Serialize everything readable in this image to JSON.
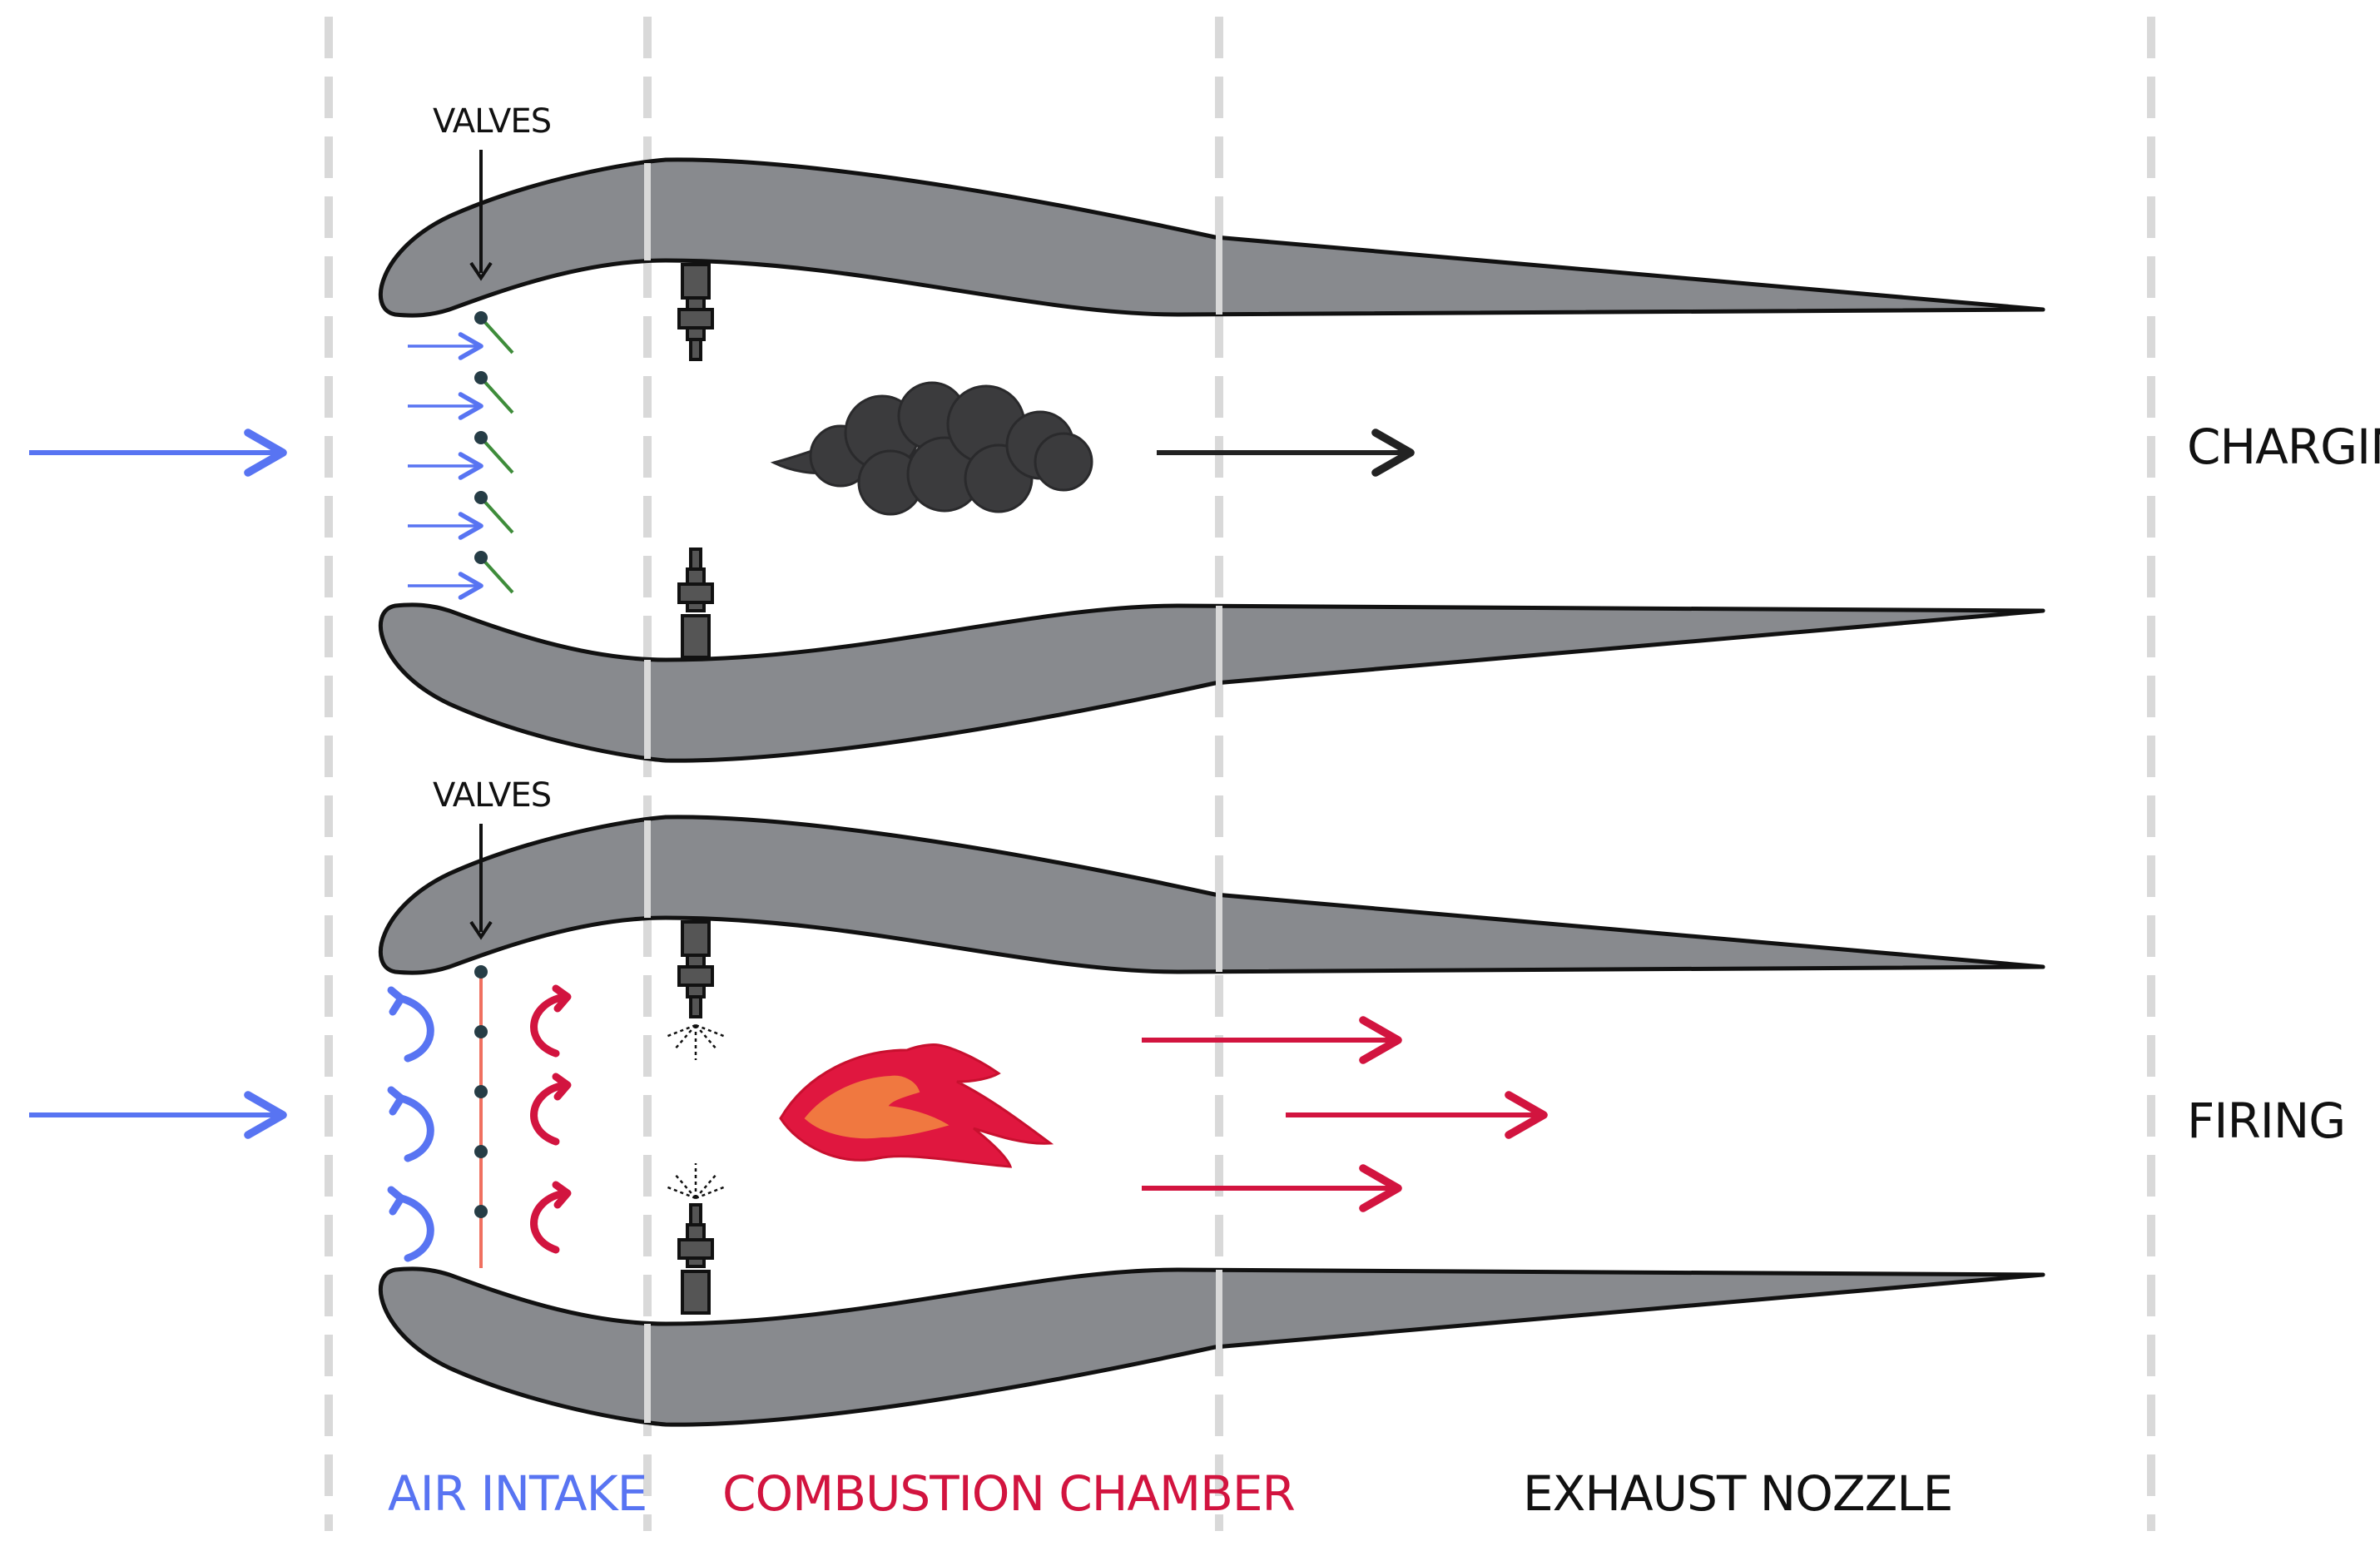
{
  "labels": {
    "valves_top": "VALVES",
    "valves_bottom": "VALVES",
    "charging": "CHARGING",
    "firing": "FIRING",
    "air_intake": "AIR INTAKE",
    "combustion_chamber": "COMBUSTION CHAMBER",
    "exhaust_nozzle": "EXHAUST NOZZLE"
  },
  "colors": {
    "air": "#5874f2",
    "combustion": "#d2143f",
    "wall": "#888a8e",
    "outline": "#111111",
    "valve_open": "#3e8c3a",
    "valve_closed": "#f07060",
    "valve_hinge": "#263d46",
    "smoke": "#3b3b3d",
    "flame_outer": "#e0173f",
    "flame_inner": "#f07840",
    "divider": "#d9d9d9"
  },
  "icons": {
    "smoke": "smoke-cloud-icon",
    "flame": "flame-icon",
    "spark_plug": "spark-plug-icon",
    "spark": "spark-icon"
  }
}
